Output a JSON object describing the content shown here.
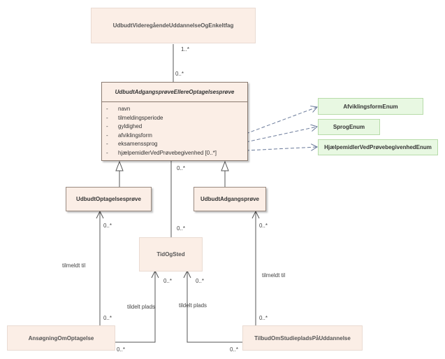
{
  "classes": {
    "top": "UdbudtVideregåendeUddannelseOgEnkeltfag",
    "main": "UdbudtAdgangsprøveEllereOptagelsesprøve",
    "optagelse": "UdbudtOptagelsesprøve",
    "adgang": "UdbudtAdgangsprøve",
    "tidogsted": "TidOgSted",
    "ansoegning": "AnsøgningOmOptagelse",
    "tilbud": "TilbudOmStudiepladsPåUddannelse"
  },
  "attributes": [
    {
      "vis": "-",
      "name": "navn"
    },
    {
      "vis": "-",
      "name": "tilmeldingsperiode"
    },
    {
      "vis": "-",
      "name": "gyldighed"
    },
    {
      "vis": "-",
      "name": "afviklingsform"
    },
    {
      "vis": "-",
      "name": "eksamenssprog"
    },
    {
      "vis": "-",
      "name": "hjælpemidlerVedPrøvebegivenhed [0..*]"
    }
  ],
  "enums": {
    "afvikling": "AfviklingsformEnum",
    "sprog": "SprogEnum",
    "hjaelp": "HjælpemidlerVedPrøvebegivenhedEnum"
  },
  "labels": {
    "top_mult_upper": "1..*",
    "top_mult_lower": "0..*",
    "main_bottom_mult": "0..*",
    "tid_top_mult": "0..*",
    "opt_mult": "0..*",
    "adg_mult": "0..*",
    "tilmeldt_left": "tilmeldt til",
    "tilmeldt_right": "tilmeldt til",
    "ans_top_mult": "0..*",
    "tilbud_top_mult": "0..*",
    "tid_left_mult": "0..*",
    "tid_right_mult": "0..*",
    "tildelt_left": "tildelt plads",
    "tildelt_right": "tildelt plads",
    "ans_bottom_mult": "0..*",
    "tilbud_bottom_mult": "0..*"
  },
  "colors": {
    "class_fill": "#fbeee6",
    "enum_fill": "#e8f8e2",
    "line": "#555555",
    "dependency": "#6a7a9a"
  }
}
